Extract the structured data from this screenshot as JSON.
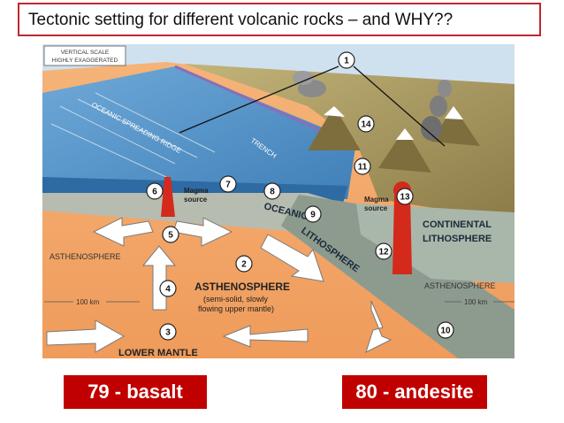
{
  "title": "Tectonic setting for different volcanic rocks – and WHY??",
  "diagram": {
    "scale_note_line1": "VERTICAL SCALE",
    "scale_note_line2": "HIGHLY EXAGGERATED",
    "labels": {
      "spreading_ridge": "OCEANIC SPREADING RIDGE",
      "trench": "TRENCH",
      "magma_source_left_1": "Magma",
      "magma_source_left_2": "source",
      "magma_source_right_1": "Magma",
      "magma_source_right_2": "source",
      "oceanic": "OCEANIC",
      "lithosphere": "LITHOSPHERE",
      "continental_1": "CONTINENTAL",
      "continental_2": "LITHOSPHERE",
      "asthenosphere_left": "ASTHENOSPHERE",
      "asthenosphere_right": "ASTHENOSPHERE",
      "asthenosphere_center": "ASTHENOSPHERE",
      "asthenosphere_desc_1": "(semi-solid, slowly",
      "asthenosphere_desc_2": "flowing upper mantle)",
      "depth_left": "100 km",
      "depth_right": "100 km",
      "lower_mantle": "LOWER  MANTLE"
    },
    "numbers": [
      "1",
      "2",
      "3",
      "4",
      "5",
      "6",
      "7",
      "8",
      "9",
      "10",
      "11",
      "12",
      "13",
      "14"
    ],
    "colors": {
      "ocean": "#4f8fc4",
      "mantle": "#f3a567",
      "lithosphere": "#9aa79c",
      "land": "#a9975a",
      "magma": "#d32a1b"
    }
  },
  "badges": {
    "left": "79 - basalt",
    "right": "80 - andesite"
  }
}
